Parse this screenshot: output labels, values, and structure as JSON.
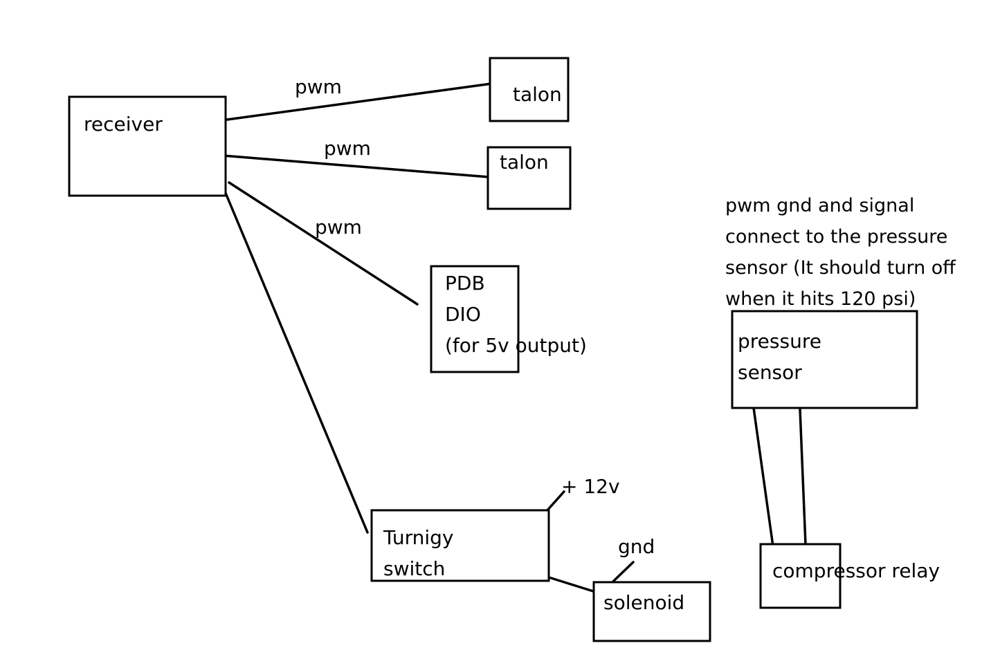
{
  "components": {
    "receiver": "receiver",
    "talon_1": "talon",
    "talon_2": "talon",
    "pdb_lines": [
      "PDB",
      "DIO",
      "(for 5v output)"
    ],
    "turnigy_lines": [
      "Turnigy",
      "switch"
    ],
    "solenoid": "solenoid",
    "pressure_sensor_lines": [
      "pressure",
      "sensor"
    ],
    "compressor_relay": "compressor relay"
  },
  "wire_labels": {
    "pwm_1": "pwm",
    "pwm_2": "pwm",
    "pwm_3": "pwm",
    "plus_12v": "+ 12v",
    "gnd": "gnd"
  },
  "note_lines": [
    "pwm gnd and signal",
    "connect to the pressure",
    "sensor (It should turn off",
    "when it hits 120 psi)"
  ]
}
